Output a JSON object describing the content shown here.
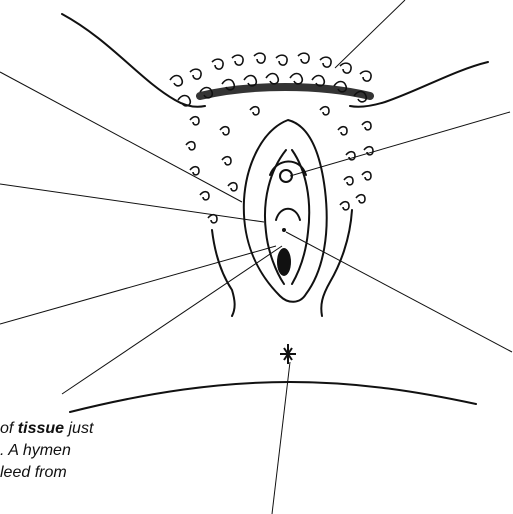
{
  "caption": {
    "line1_pre": "of ",
    "line1_bold": "tissue",
    "line1_post": " just",
    "line2": ". A hymen",
    "line3": "leed from"
  },
  "colors": {
    "ink": "#111111",
    "background": "#ffffff"
  }
}
